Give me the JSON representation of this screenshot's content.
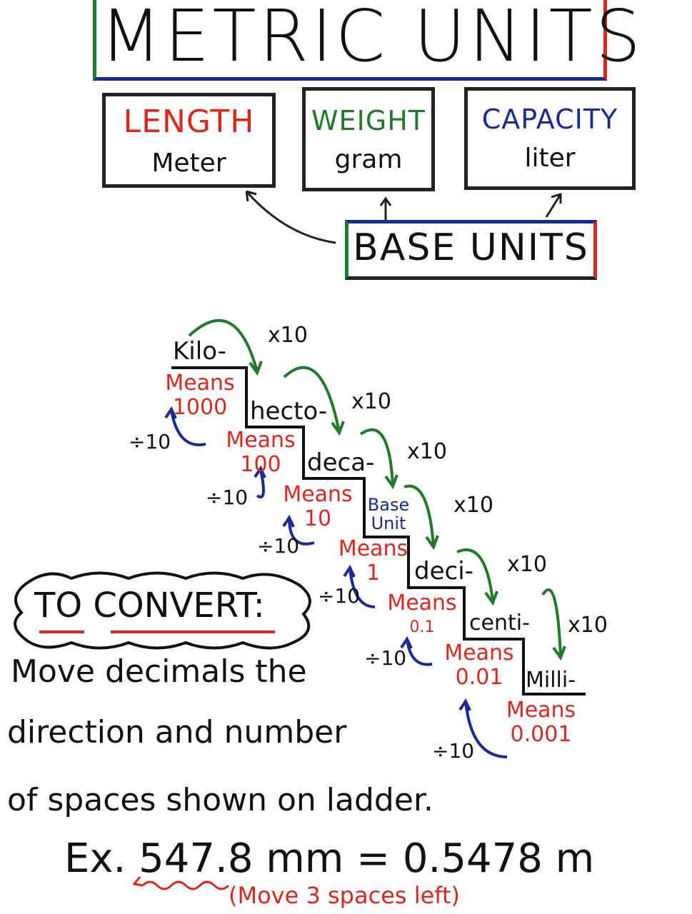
{
  "title": "METRIC UNITS",
  "categories": [
    {
      "heading": "LENGTH",
      "unit": "Meter",
      "color": "#e0261b"
    },
    {
      "heading": "WEIGHT",
      "unit": "gram",
      "color": "#1f7a2a"
    },
    {
      "heading": "CAPACITY",
      "unit": "liter",
      "color": "#1a2a9a"
    }
  ],
  "base_units_label": "BASE UNITS",
  "ladder": {
    "steps": [
      {
        "prefix": "Kilo-",
        "means": "Means",
        "value": "1000"
      },
      {
        "prefix": "hecto-",
        "means": "Means",
        "value": "100"
      },
      {
        "prefix": "deca-",
        "means": "Means",
        "value": "10"
      },
      {
        "prefix": "Base Unit",
        "means": "Means",
        "value": "1"
      },
      {
        "prefix": "deci-",
        "means": "Means",
        "value": "0.1"
      },
      {
        "prefix": "centi-",
        "means": "Means",
        "value": "0.01"
      },
      {
        "prefix": "Milli-",
        "means": "Means",
        "value": "0.001"
      }
    ],
    "multiply_label": "x10",
    "divide_label": "÷10"
  },
  "convert": {
    "heading": "TO CONVERT:",
    "lines": [
      "Move decimals the",
      "direction and number",
      "of spaces shown on ladder."
    ],
    "example_prefix": "Ex.",
    "example_left": "547.8 mm",
    "example_equals": "=",
    "example_right": "0.5478 m",
    "example_note": "(Move 3 spaces left)"
  }
}
